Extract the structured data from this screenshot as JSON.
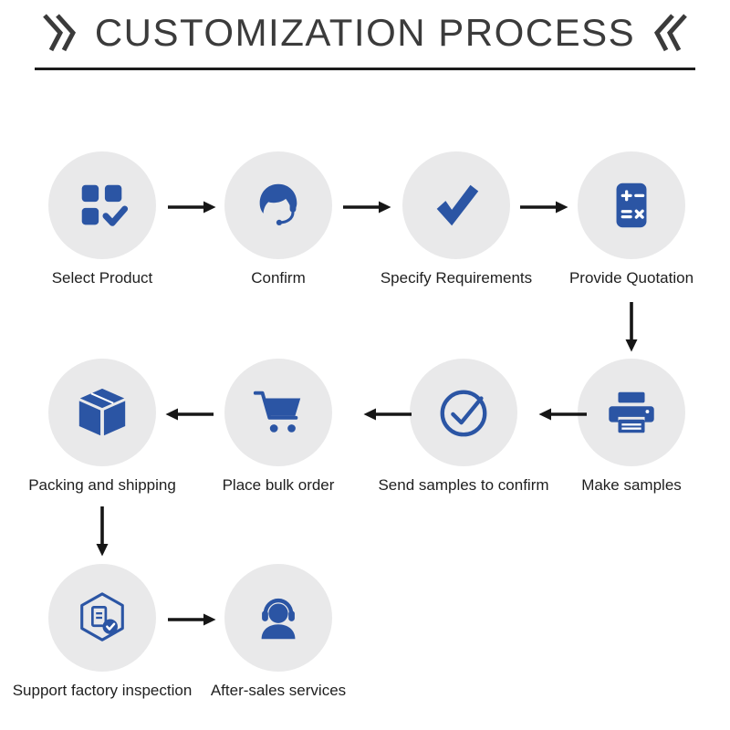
{
  "title": {
    "text": "CUSTOMIZATION PROCESS",
    "left_mark": "double-chevron-right",
    "right_mark": "double-chevron-left"
  },
  "colors": {
    "icon_blue": "#2b55a4",
    "circle_bg": "#e9e9ea",
    "arrow": "#161616",
    "title_text": "#3b3b3b",
    "label_text": "#1f1f1f"
  },
  "steps": [
    {
      "label": "Select Product",
      "icon": "product-grid-icon"
    },
    {
      "label": "Confirm",
      "icon": "support-agent-icon"
    },
    {
      "label": "Specify Requirements",
      "icon": "checkmark-icon"
    },
    {
      "label": "Provide Quotation",
      "icon": "calculator-icon"
    },
    {
      "label": "Make samples",
      "icon": "printer-icon"
    },
    {
      "label": "Send samples to confirm",
      "icon": "circle-check-icon"
    },
    {
      "label": "Place bulk order",
      "icon": "shopping-cart-icon"
    },
    {
      "label": "Packing and shipping",
      "icon": "package-box-icon"
    },
    {
      "label": "Support factory inspection",
      "icon": "factory-inspection-icon"
    },
    {
      "label": "After-sales services",
      "icon": "headset-person-icon"
    }
  ]
}
